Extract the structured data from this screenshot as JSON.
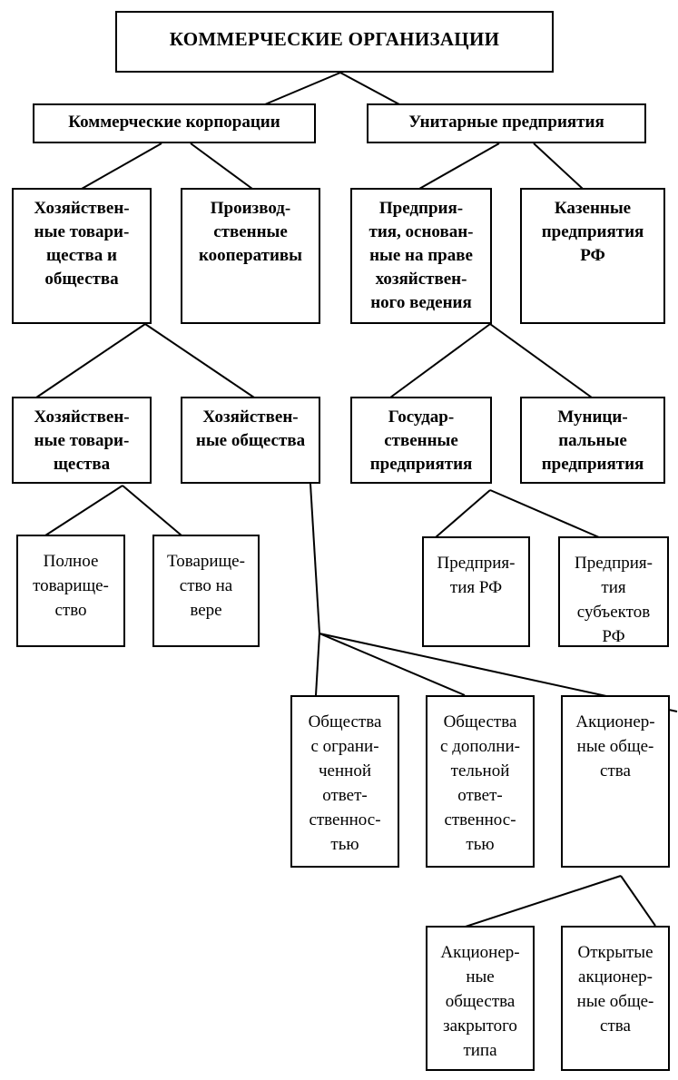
{
  "nodes": {
    "root": "КОММЕРЧЕСКИЕ ОРГАНИЗАЦИИ",
    "corporations": "Коммерческие корпорации",
    "unitary": "Унитарные предприятия",
    "economic_partnerships_societies": "Хозяйствен-\nные товари-\nщества и\nобщества",
    "production_cooperatives": "Производ-\nственные\nкооперативы",
    "economic_management_enterprises": "Предприя-\nтия, основан-\nные на праве\nхозяйствен-\nного ведения",
    "treasury_enterprises": "Казенные\nпредприятия\nРФ",
    "economic_partnerships": "Хозяйствен-\nные товари-\nщества",
    "economic_societies": "Хозяйствен-\nные общества",
    "state_enterprises": "Государ-\nственные\nпредприятия",
    "municipal_enterprises": "Муници-\nпальные\nпредприятия",
    "full_partnership": "Полное\nтоварище-\nство",
    "limited_partnership": "Товарище-\nство на\nвере",
    "rf_enterprises": "Предприя-\nтия РФ",
    "subject_enterprises": "Предприя-\nтия\nсубъектов\nРФ",
    "llc": "Общества\nс ограни-\nченной\nответ-\nственнос-\nтью",
    "alc": "Общества\nс дополни-\nтельной\nответ-\nственнос-\nтью",
    "joint_stock": "Акционер-\nные обще-\nства",
    "closed_jsc": "Акционер-\nные\nобщества\nзакрытого\nтипа",
    "open_jsc": "Открытые\nакционер-\nные обще-\nства"
  }
}
